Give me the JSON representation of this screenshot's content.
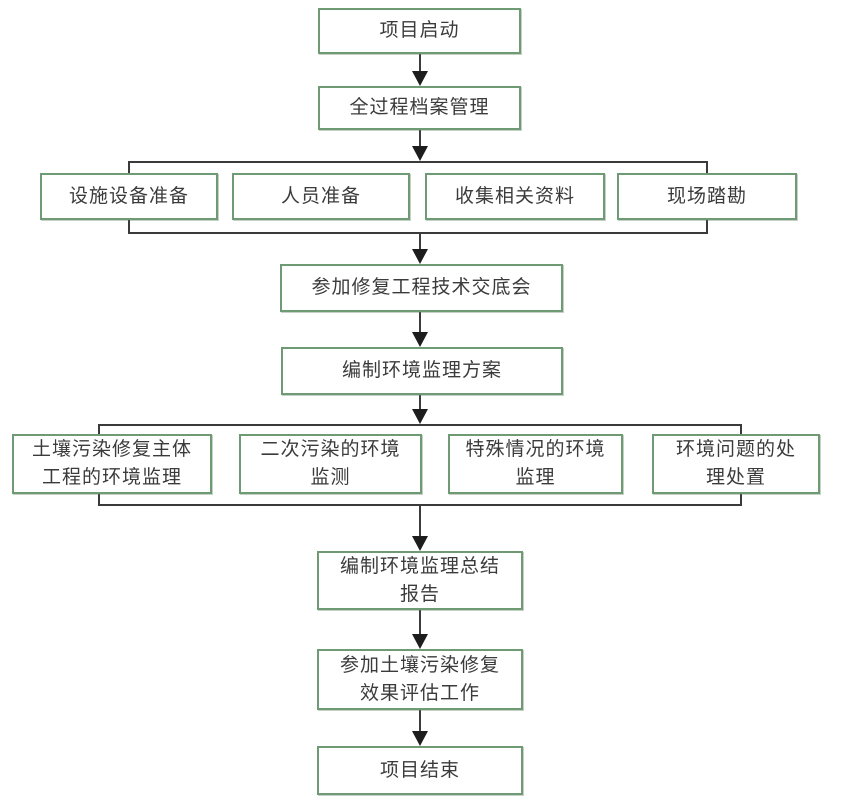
{
  "diagram": {
    "type": "flowchart",
    "language": "zh-CN",
    "colors": {
      "node_border": "#6e9b74",
      "node_background": "#ffffff",
      "group_rect_border": "#3a3a3a",
      "connector": "#1d1d1d",
      "text": "#3b3b3b",
      "background": "#ffffff"
    },
    "nodes": {
      "start": "项目启动",
      "archive": "全过程档案管理",
      "prep_facility": "设施设备准备",
      "prep_personnel": "人员准备",
      "prep_data": "收集相关资料",
      "prep_site": "现场踏勘",
      "meeting": "参加修复工程技术交底会",
      "plan": "编制环境监理方案",
      "supervise_main": "土壤污染修复主体\n工程的环境监理",
      "supervise_secondary": "二次污染的环境\n监测",
      "supervise_special": "特殊情况的环境\n监理",
      "supervise_issues": "环境问题的处\n理处置",
      "report": "编制环境监理总结\n报告",
      "assessment": "参加土壤污染修复\n效果评估工作",
      "end": "项目结束"
    },
    "groups": [
      {
        "id": "prep_group",
        "members": [
          "prep_facility",
          "prep_personnel",
          "prep_data",
          "prep_site"
        ]
      },
      {
        "id": "supervise_group",
        "members": [
          "supervise_main",
          "supervise_secondary",
          "supervise_special",
          "supervise_issues"
        ]
      }
    ],
    "edges": [
      {
        "from": "start",
        "to": "archive"
      },
      {
        "from": "archive",
        "to": "prep_group"
      },
      {
        "from": "prep_group",
        "to": "meeting"
      },
      {
        "from": "meeting",
        "to": "plan"
      },
      {
        "from": "plan",
        "to": "supervise_group"
      },
      {
        "from": "supervise_group",
        "to": "report"
      },
      {
        "from": "report",
        "to": "assessment"
      },
      {
        "from": "assessment",
        "to": "end"
      }
    ]
  }
}
